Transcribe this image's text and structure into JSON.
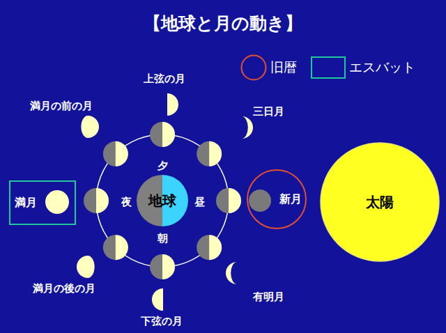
{
  "diagram": {
    "title": "【地球と月の動き】",
    "nodes": [
      {
        "text": [
          "地球"
        ]
      },
      {
        "text": [
          "太陽"
        ]
      },
      {
        "text": [
          "満月"
        ]
      },
      {
        "text": [
          "新月"
        ]
      }
    ],
    "labels": [
      "上弦の月",
      "満月の前の月",
      "三日月",
      "夕",
      "夜",
      "昼",
      "朝",
      "満月の後の月",
      "有明月",
      "下弦の月"
    ],
    "legend": [
      {
        "text": "旧暦"
      },
      {
        "text": "エスバット"
      }
    ]
  }
}
